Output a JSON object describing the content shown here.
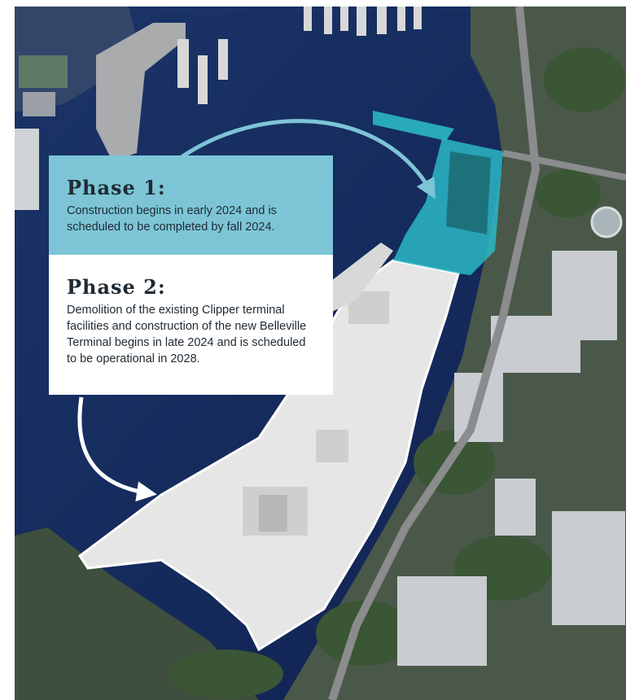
{
  "phases": [
    {
      "title": "Phase 1:",
      "description": "Construction begins in early 2024 and is scheduled to be completed by fall 2024."
    },
    {
      "title": "Phase 2:",
      "description": "Demolition of the existing Clipper terminal facilities and construction of the new Belleville Terminal begins in late 2024 and is scheduled to be operational in 2028."
    }
  ],
  "colors": {
    "water": "#142a5c",
    "land": "#4b5a4a",
    "phase1_highlight": "#2ab7c6",
    "phase1_panel": "#7dc5d6",
    "phase2_highlight": "#e9e9e9",
    "arrow_phase1": "#7dc5d6",
    "arrow_phase2": "#ffffff"
  }
}
